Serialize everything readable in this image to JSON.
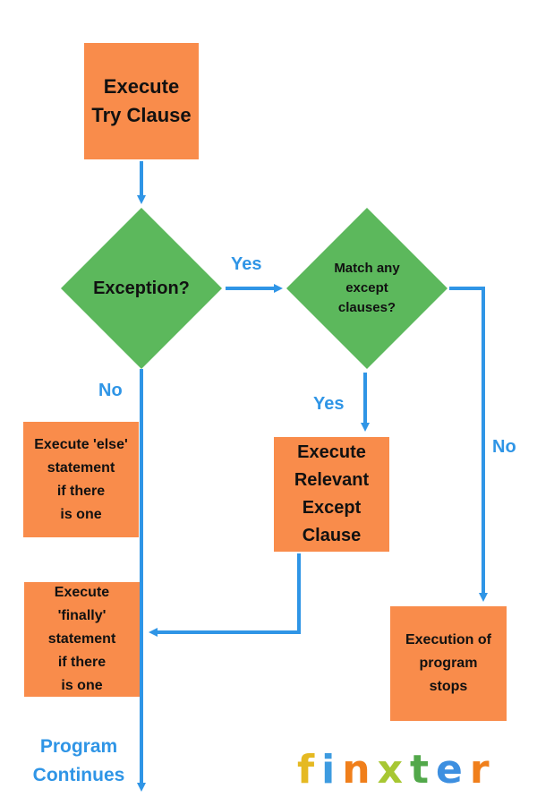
{
  "nodes": {
    "try": "Execute\nTry Clause",
    "exception": "Exception?",
    "match": "Match any\nexcept\nclauses?",
    "relevant": "Execute\nRelevant\nExcept\nClause",
    "else_stmt": "Execute 'else'\nstatement\nif there\nis one",
    "finally_stmt": "Execute\n'finally'\nstatement\nif there\nis one",
    "stops": "Execution of\nprogram\nstops"
  },
  "labels": {
    "yes_exception": "Yes",
    "no_exception": "No",
    "yes_match": "Yes",
    "no_match": "No",
    "continues": "Program\nContinues"
  },
  "logo": {
    "letters": [
      "f",
      "i",
      "n",
      "x",
      "t",
      "e",
      "r"
    ],
    "colors": [
      "#E5B922",
      "#3D9BE0",
      "#F07F1B",
      "#A7C733",
      "#52A84A",
      "#3D8FE0",
      "#F07F1B"
    ]
  },
  "colors": {
    "process_box": "#F98C4B",
    "decision": "#5CB85C",
    "arrow": "#2F95E6",
    "label": "#2F95E6"
  }
}
